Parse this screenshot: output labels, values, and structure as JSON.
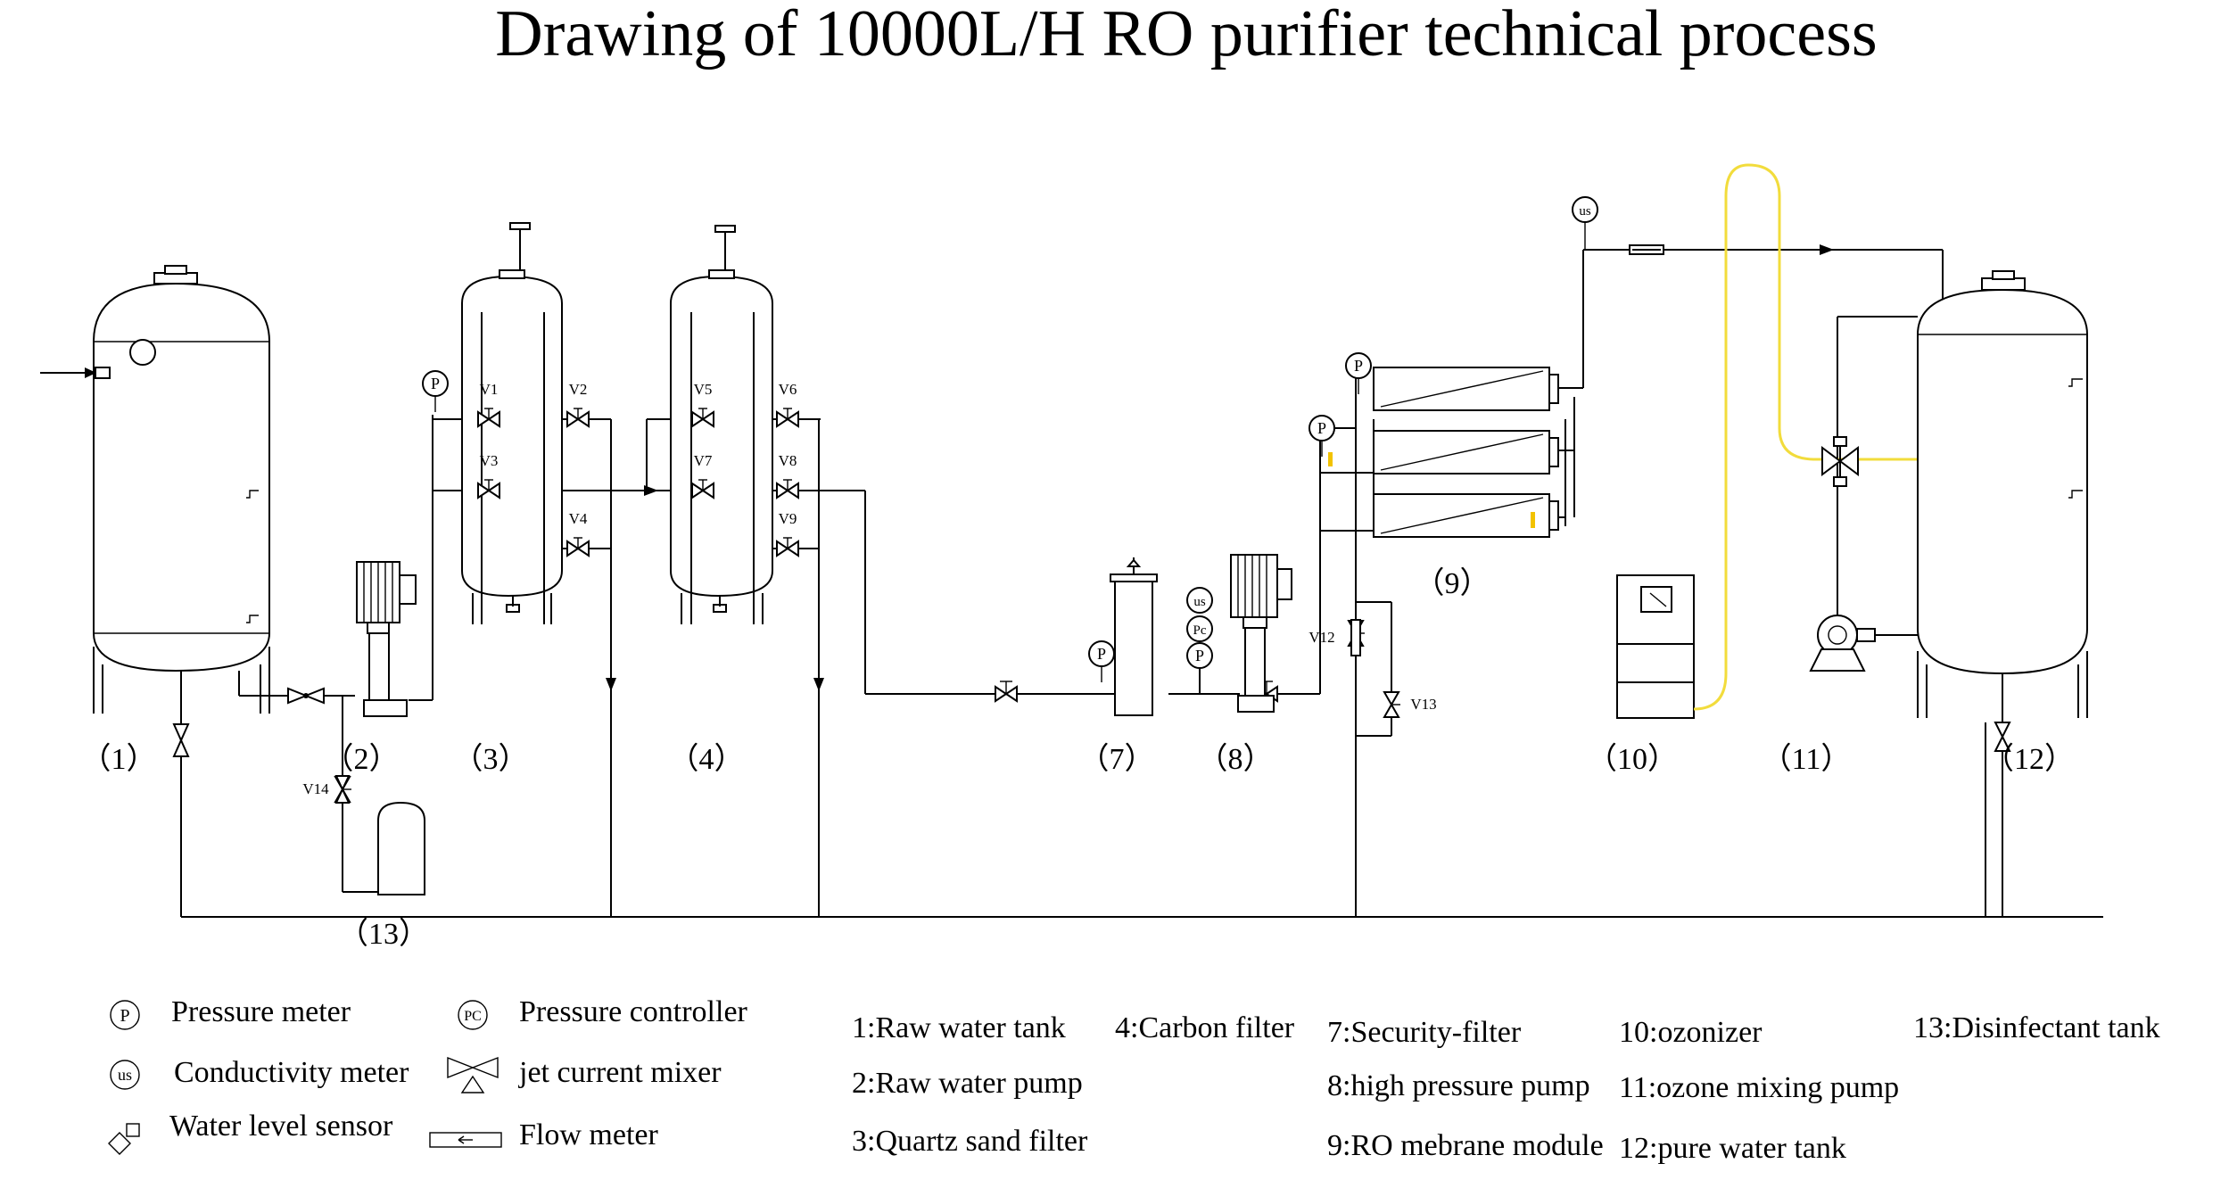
{
  "title": "Drawing of 10000L/H RO purifier technical process",
  "colors": {
    "line": "#000000",
    "ozone_line": "#f2dc3c",
    "indicator": "#f2c200"
  },
  "valve_labels": [
    "V1",
    "V2",
    "V3",
    "V4",
    "V5",
    "V6",
    "V7",
    "V8",
    "V9",
    "V12",
    "V13",
    "V14"
  ],
  "instrument_symbols": {
    "pressure": "P",
    "conductivity": "us",
    "pressure_controller": "Pc"
  },
  "equipment_numbers": [
    "（1）",
    "（2）",
    "（3）",
    "（4）",
    "（7）",
    "（8）",
    "（9）",
    "（10）",
    "（11）",
    "（12）",
    "（13）"
  ],
  "symbol_legend": [
    {
      "symbol_text": "P",
      "label": "Pressure meter"
    },
    {
      "symbol_text": "PC",
      "label": "Pressure controller"
    },
    {
      "symbol_text": "us",
      "label": "Conductivity meter"
    },
    {
      "symbol_text": "",
      "label": "jet current mixer"
    },
    {
      "symbol_text": "",
      "label": "Water level sensor"
    },
    {
      "symbol_text": "",
      "label": "Flow meter"
    }
  ],
  "component_legend": [
    "1:Raw water tank",
    "2:Raw water pump",
    "3:Quartz sand filter",
    "4:Carbon filter",
    "7:Security-filter",
    "8:high pressure pump",
    "9:RO mebrane module",
    "10:ozonizer",
    "11:ozone mixing pump",
    "12:pure water tank",
    "13:Disinfectant tank"
  ]
}
